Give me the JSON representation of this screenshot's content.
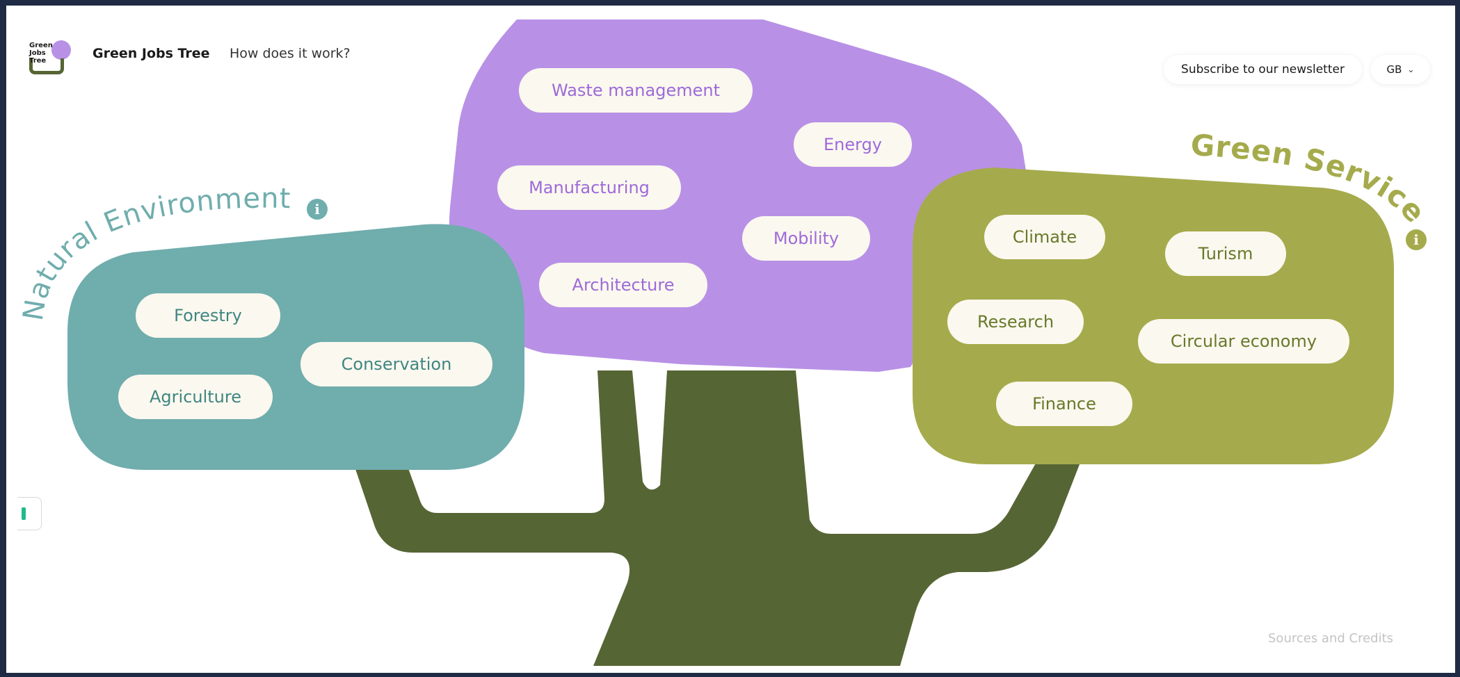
{
  "header": {
    "logo_text": "Green Jobs Tree",
    "app_title": "Green Jobs Tree",
    "nav_link": "How does it work?",
    "newsletter_button": "Subscribe to our newsletter",
    "language": "GB"
  },
  "colors": {
    "purple": "#b891e6",
    "purple_text": "#9d6ad9",
    "teal": "#70adad",
    "teal_text": "#3f8682",
    "olive": "#a5ab4c",
    "olive_text": "#68792a",
    "trunk": "#566534",
    "pill_bg": "#fbf8ef"
  },
  "sections": {
    "natural": {
      "title": "Natural Environment",
      "info_icon": "info-icon",
      "items": [
        "Forestry",
        "Conservation",
        "Agriculture"
      ]
    },
    "core": {
      "items": [
        "Waste management",
        "Energy",
        "Manufacturing",
        "Mobility",
        "Architecture"
      ]
    },
    "services": {
      "title": "Green Services",
      "info_icon": "info-icon",
      "items": [
        "Climate",
        "Turism",
        "Research",
        "Circular economy",
        "Finance"
      ]
    }
  },
  "footer": {
    "sources": "Sources and Credits"
  }
}
